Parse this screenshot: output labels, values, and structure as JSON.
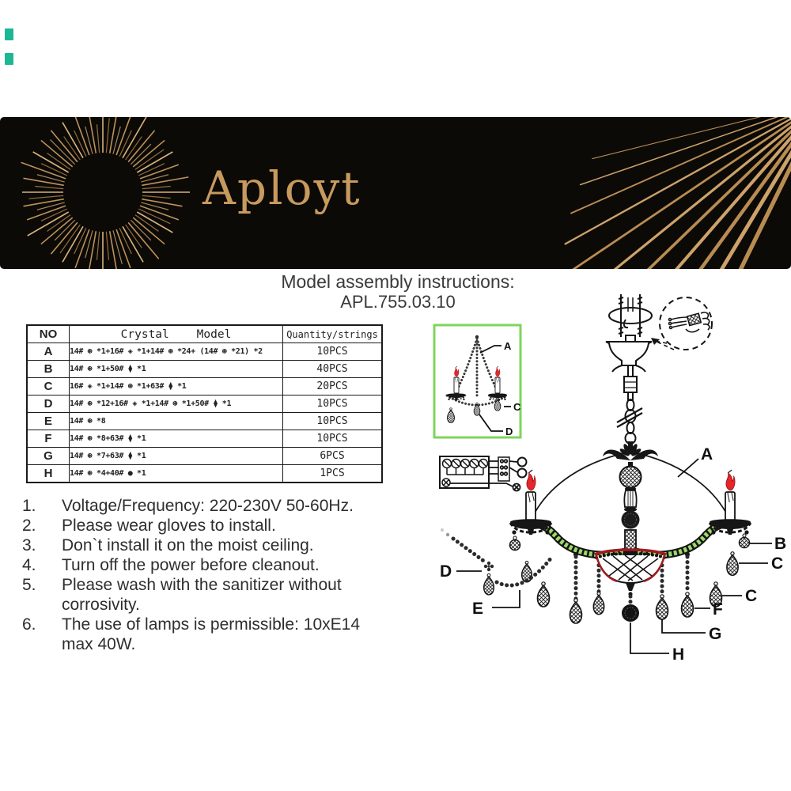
{
  "colors": {
    "banner_bg": "#0c0a07",
    "gold": "#c79a5e",
    "corner_mark": "#1cb794",
    "inset_border": "#7fd45c",
    "beads_green": "#9ed96b",
    "bowl_red": "#9e1c20",
    "flame_red": "#e5262b",
    "line": "#141414"
  },
  "banner": {
    "brand": "Aployt",
    "logo": "sunburst-icon"
  },
  "title": {
    "line1": "Model assembly instructions:",
    "line2": "APL.755.03.10"
  },
  "parts_table": {
    "headers": {
      "no": "NO",
      "model": "Crystal    Model",
      "qty": "Quantity/strings"
    },
    "rows": [
      {
        "no": "A",
        "model": "14# ⊛ *1+16# ◈ *1+14# ⊛ *24+ (14# ⊛ *21) *2",
        "qty": "10PCS"
      },
      {
        "no": "B",
        "model": "14# ⊛ *1+50# ⧫ *1",
        "qty": "40PCS"
      },
      {
        "no": "C",
        "model": "16# ◈ *1+14# ⊛ *1+63# ⧫ *1",
        "qty": "20PCS"
      },
      {
        "no": "D",
        "model": "14# ⊛ *12+16# ◈ *1+14# ⊛ *1+50# ⧫ *1",
        "qty": "10PCS"
      },
      {
        "no": "E",
        "model": "14# ⊛ *8",
        "qty": "10PCS"
      },
      {
        "no": "F",
        "model": "14# ⊛ *8+63# ⧫ *1",
        "qty": "10PCS"
      },
      {
        "no": "G",
        "model": "14# ⊛ *7+63# ⧫ *1",
        "qty": "6PCS"
      },
      {
        "no": "H",
        "model": "14# ⊛ *4+40# ● *1",
        "qty": "1PCS"
      }
    ]
  },
  "instructions": {
    "items": [
      {
        "num": "1.",
        "text": "Voltage/Frequency: 220-230V 50-60Hz."
      },
      {
        "num": "2.",
        "text": "Please wear gloves to install."
      },
      {
        "num": "3.",
        "text": "Don`t install it on the moist ceiling."
      },
      {
        "num": "4.",
        "text": "Turn off the power before cleanout."
      },
      {
        "num": "5.",
        "text": "Please wash with the sanitizer without corrosivity."
      },
      {
        "num": "6.",
        "text": "The use of lamps is permissible: 10xE14 max 40W."
      }
    ]
  },
  "diagram": {
    "labels": {
      "a": "A",
      "b": "B",
      "c1": "C",
      "c2": "C",
      "d": "D",
      "e": "E",
      "f": "F",
      "g": "G",
      "h": "H"
    },
    "inset": {
      "a": "A",
      "c": "C",
      "d": "D"
    }
  }
}
